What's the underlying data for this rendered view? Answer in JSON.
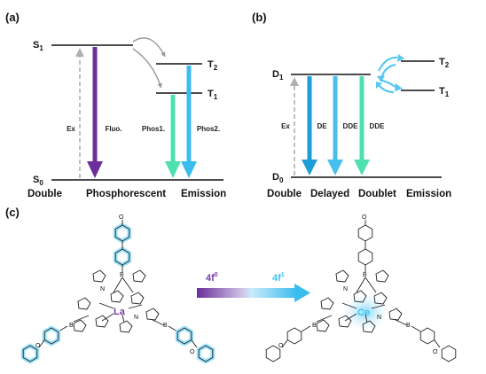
{
  "panel_a": {
    "label": "(a)",
    "levels": {
      "S1": "S",
      "S1_sub": "1",
      "T2": "T",
      "T2_sub": "2",
      "T1": "T",
      "T1_sub": "1",
      "S0": "S",
      "S0_sub": "0"
    },
    "transitions": {
      "ex": "Ex",
      "fluo": "Fluo.",
      "phos1": "Phos1.",
      "phos2": "Phos2."
    },
    "caption": [
      "Double",
      "Phosphorescent",
      "Emission"
    ],
    "colors": {
      "ex": "#b0b0b0",
      "fluo": "#6a2f9a",
      "phos1": "#4fe0b0",
      "phos2": "#3bbcee",
      "isc": "#9a9a9a"
    }
  },
  "panel_b": {
    "label": "(b)",
    "levels": {
      "D1": "D",
      "D1_sub": "1",
      "T2": "T",
      "T2_sub": "2",
      "T1": "T",
      "T1_sub": "1",
      "D0": "D",
      "D0_sub": "0"
    },
    "transitions": {
      "ex": "Ex",
      "de": "DE",
      "dde1": "DDE",
      "dde2": "DDE"
    },
    "caption": [
      "Double",
      "Delayed",
      "Doublet",
      "Emission"
    ],
    "colors": {
      "de": "#1e9ed6",
      "dde1": "#47c0ee",
      "dde2": "#4fe0b0",
      "exchange": "#59c8f0"
    }
  },
  "panel_c": {
    "label": "(c)",
    "left_metal": "La",
    "right_metal": "Ce",
    "left_config": {
      "base": "4f",
      "sup": "0"
    },
    "right_config": {
      "base": "4f",
      "sup": "1"
    },
    "atoms": {
      "B": "B",
      "N": "N",
      "O": "O"
    },
    "colors": {
      "purple": "#7a3cb0",
      "cyan": "#3fc4f0",
      "glow": "#9ee3fb"
    }
  }
}
